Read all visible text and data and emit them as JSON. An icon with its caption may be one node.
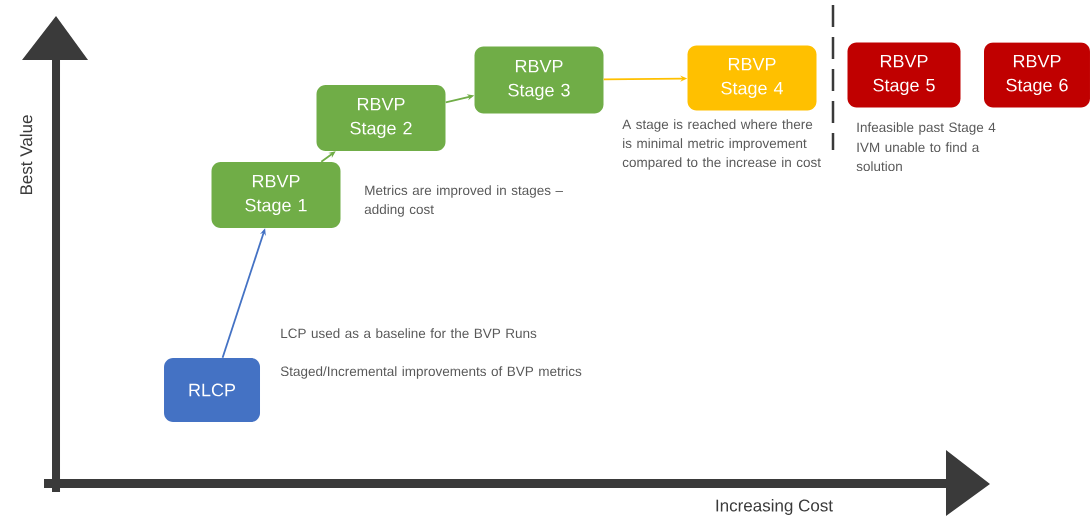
{
  "diagram": {
    "nodes": [
      {
        "text": [
          "RLCP"
        ]
      },
      {
        "text": [
          "RBVP Stage 1"
        ]
      },
      {
        "text": [
          "RBVP Stage 2"
        ]
      },
      {
        "text": [
          "RBVP Stage 3"
        ]
      },
      {
        "text": [
          "RBVP Stage 4"
        ]
      },
      {
        "text": [
          "RBVP Stage 5"
        ]
      },
      {
        "text": [
          "RBVP Stage 6"
        ]
      }
    ],
    "edges": [
      {
        "from": 0,
        "to": 1,
        "arrow": "to",
        "color": "#4472c4"
      },
      {
        "from": 1,
        "to": 2,
        "arrow": "to"
      },
      {
        "from": 2,
        "to": 3,
        "arrow": "to"
      },
      {
        "from": 3,
        "to": 4,
        "arrow": "to",
        "color": "#ffc000"
      }
    ],
    "labels": [
      "Best Value",
      "Metrics are improved in stages – adding cost",
      "A stage is reached where there is minimal metric improvement compared to the increase in cost",
      "Infeasible past Stage 4",
      "IVM unable to find a solution",
      "LCP used as a baseline for the BVP Runs",
      "Staged/Incremental improvements of BVP metrics",
      "Increasing Cost"
    ]
  }
}
